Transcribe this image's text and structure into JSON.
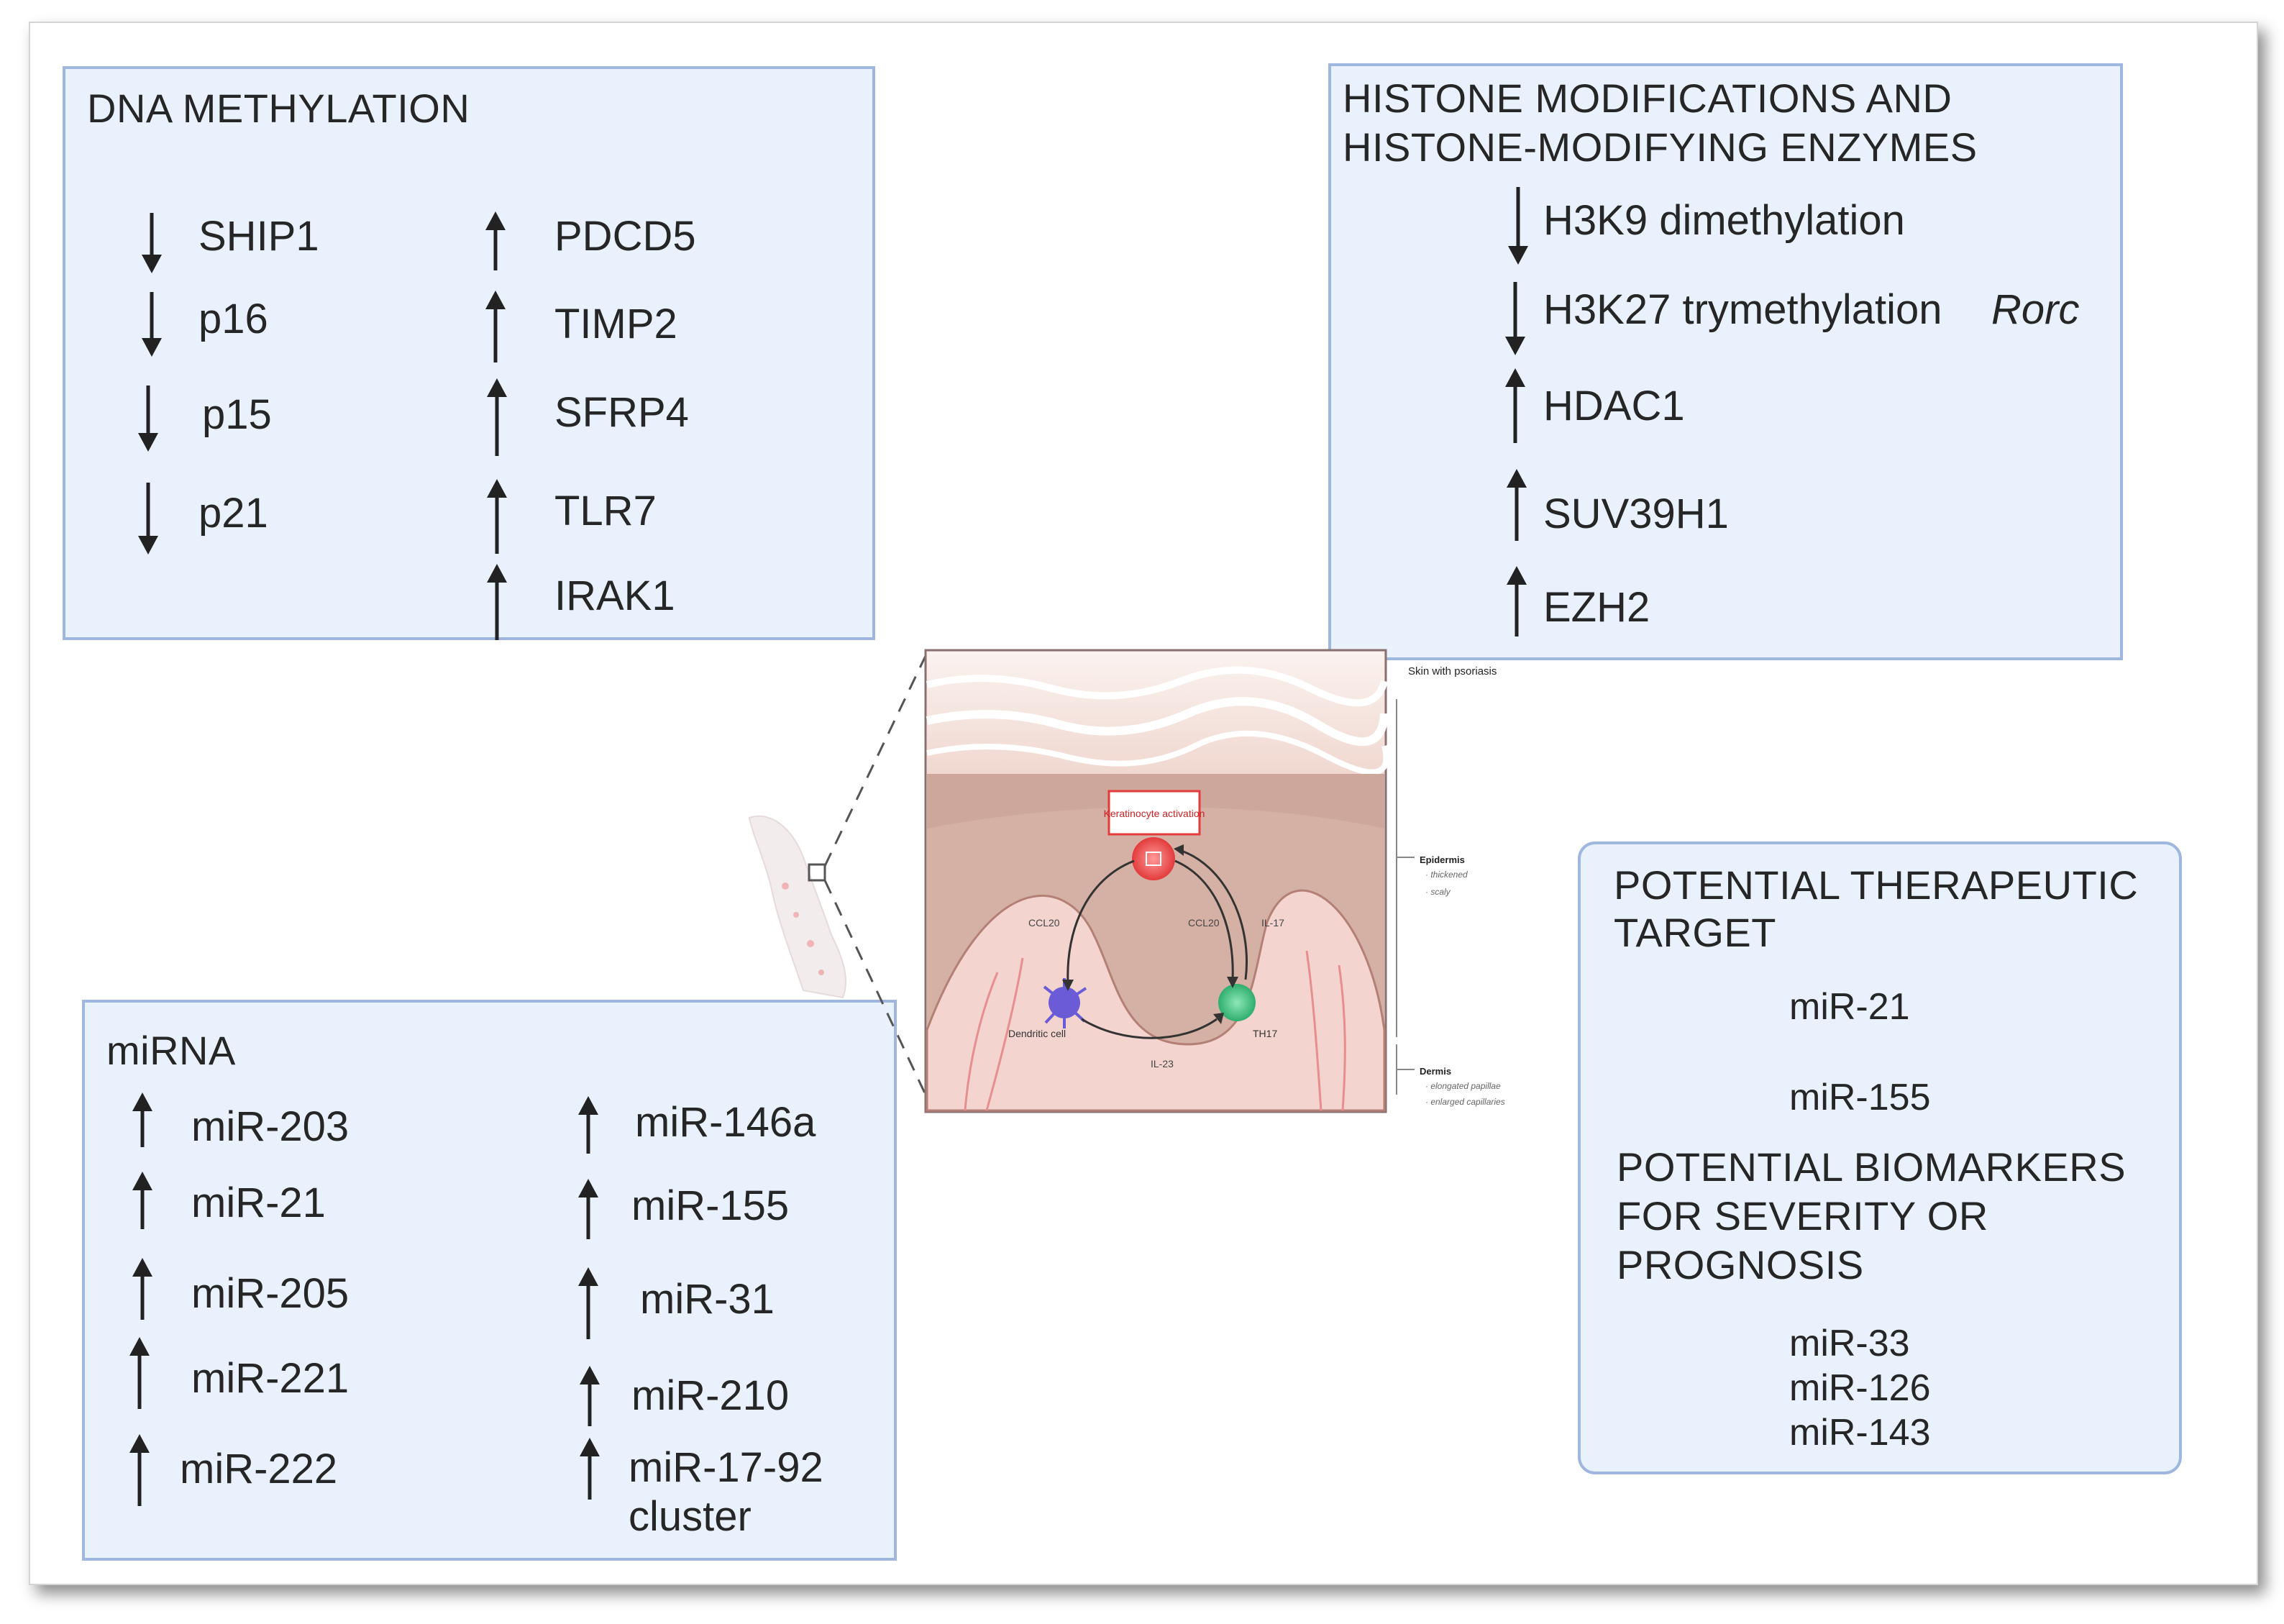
{
  "dna": {
    "title": "DNA METHYLATION",
    "down": [
      "SHIP1",
      "p16",
      "p15",
      "p21"
    ],
    "up": [
      "PDCD5",
      "TIMP2",
      "SFRP4",
      "TLR7",
      "IRAK1"
    ]
  },
  "histone": {
    "title_line1": "HISTONE MODIFICATIONS AND",
    "title_line2": "HISTONE-MODIFYING ENZYMES",
    "down": [
      "H3K9 dimethylation",
      "H3K27 trymethylation"
    ],
    "rorc": "Rorc",
    "up": [
      "HDAC1",
      "SUV39H1",
      "EZH2"
    ]
  },
  "mirna": {
    "title": "miRNA",
    "left": [
      "miR-203",
      "miR-21",
      "miR-205",
      "miR-221",
      "miR-222"
    ],
    "right": [
      "miR-146a",
      "miR-155",
      "miR-31",
      "miR-210"
    ],
    "cluster_line1": "miR-17-92",
    "cluster_line2": "cluster"
  },
  "potential": {
    "therapeutic_line1": "POTENTIAL THERAPEUTIC",
    "therapeutic_line2": "TARGET",
    "therapeutic_items": [
      "miR-21",
      "miR-155"
    ],
    "biomarkers_line1": "POTENTIAL BIOMARKERS",
    "biomarkers_line2": "FOR SEVERITY OR",
    "biomarkers_line3": "PROGNOSIS",
    "biomarker_items": [
      "miR-33",
      "miR-126",
      "miR-143"
    ]
  },
  "illustration": {
    "skin_label": "Skin with psoriasis",
    "callout": "Keratinocyte activation",
    "epidermis": "Epidermis",
    "epidermis_sub1": "· thickened",
    "epidermis_sub2": "· scaly",
    "dermis": "Dermis",
    "dermis_sub1": "· elongated papillae",
    "dermis_sub2": "· enlarged capillaries",
    "ccl20_left": "CCL20",
    "ccl20_right": "CCL20",
    "il17": "IL-17",
    "il23": "IL-23",
    "dendritic": "Dendritic cell",
    "th17": "TH17"
  },
  "colors": {
    "panel_fill": "#e9f1fd",
    "panel_border": "#9fb6df",
    "text": "#262626"
  }
}
